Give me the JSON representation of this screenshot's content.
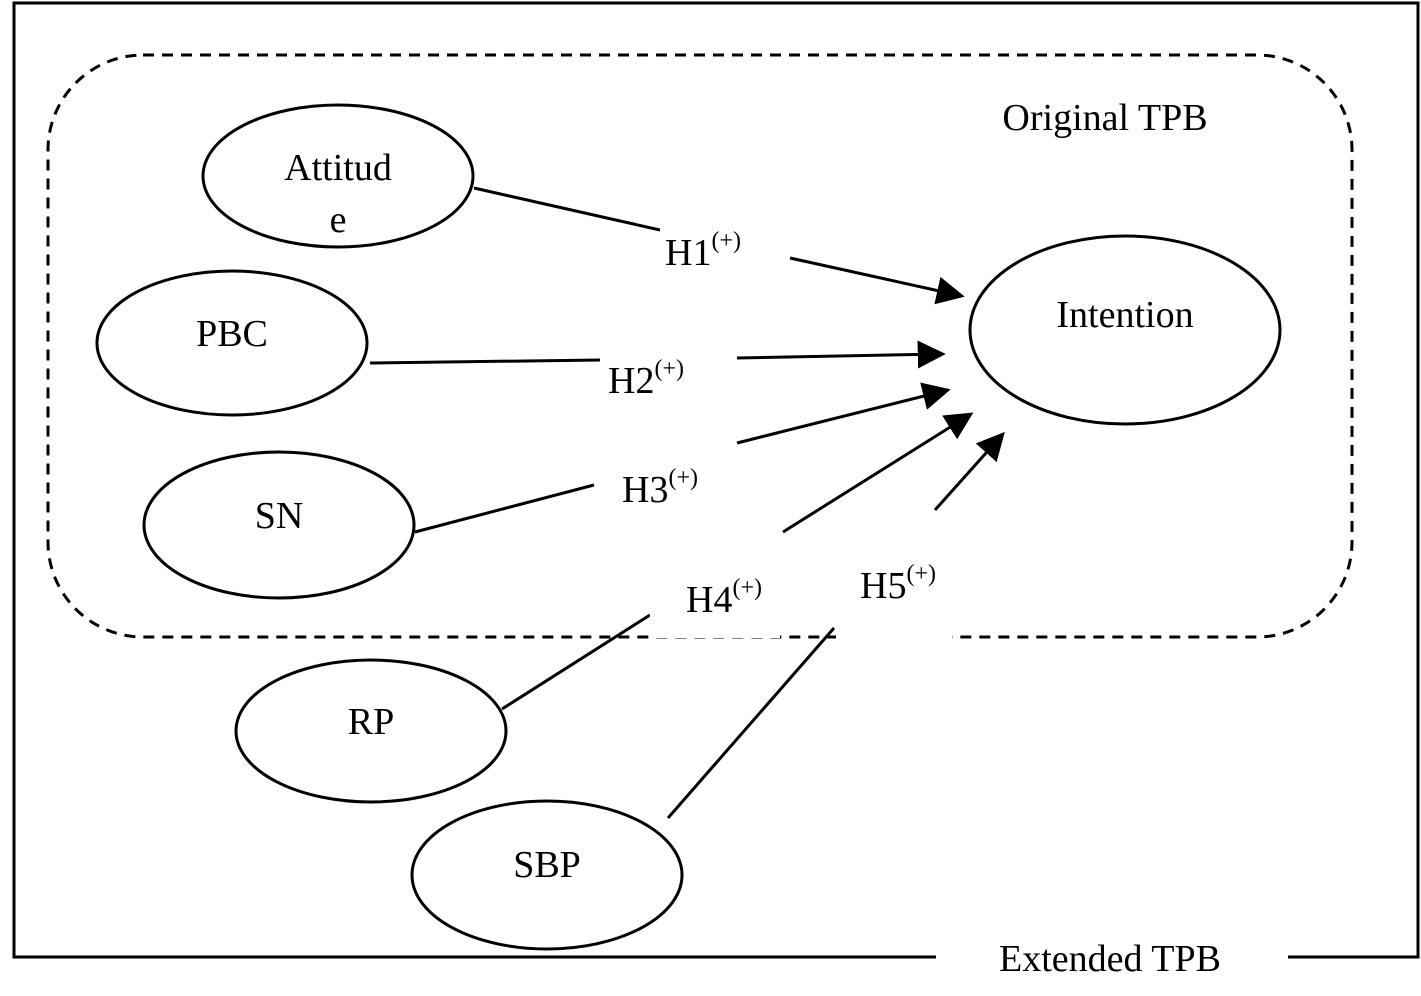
{
  "diagram": {
    "extended_label": "Extended TPB",
    "original_label": "Original TPB",
    "nodes": {
      "attitude": {
        "line1": "Attitud",
        "line2": "e"
      },
      "pbc": "PBC",
      "sn": "SN",
      "rp": "RP",
      "sbp": "SBP",
      "intention": "Intention"
    },
    "hypotheses": {
      "h1": {
        "label": "H1",
        "sign": "(+)"
      },
      "h2": {
        "label": "H2",
        "sign": "(+)"
      },
      "h3": {
        "label": "H3",
        "sign": "(+)"
      },
      "h4": {
        "label": "H4",
        "sign": "(+)"
      },
      "h5": {
        "label": "H5",
        "sign": "(+)"
      }
    },
    "colors": {
      "stroke": "#000000",
      "background": "#ffffff"
    }
  }
}
